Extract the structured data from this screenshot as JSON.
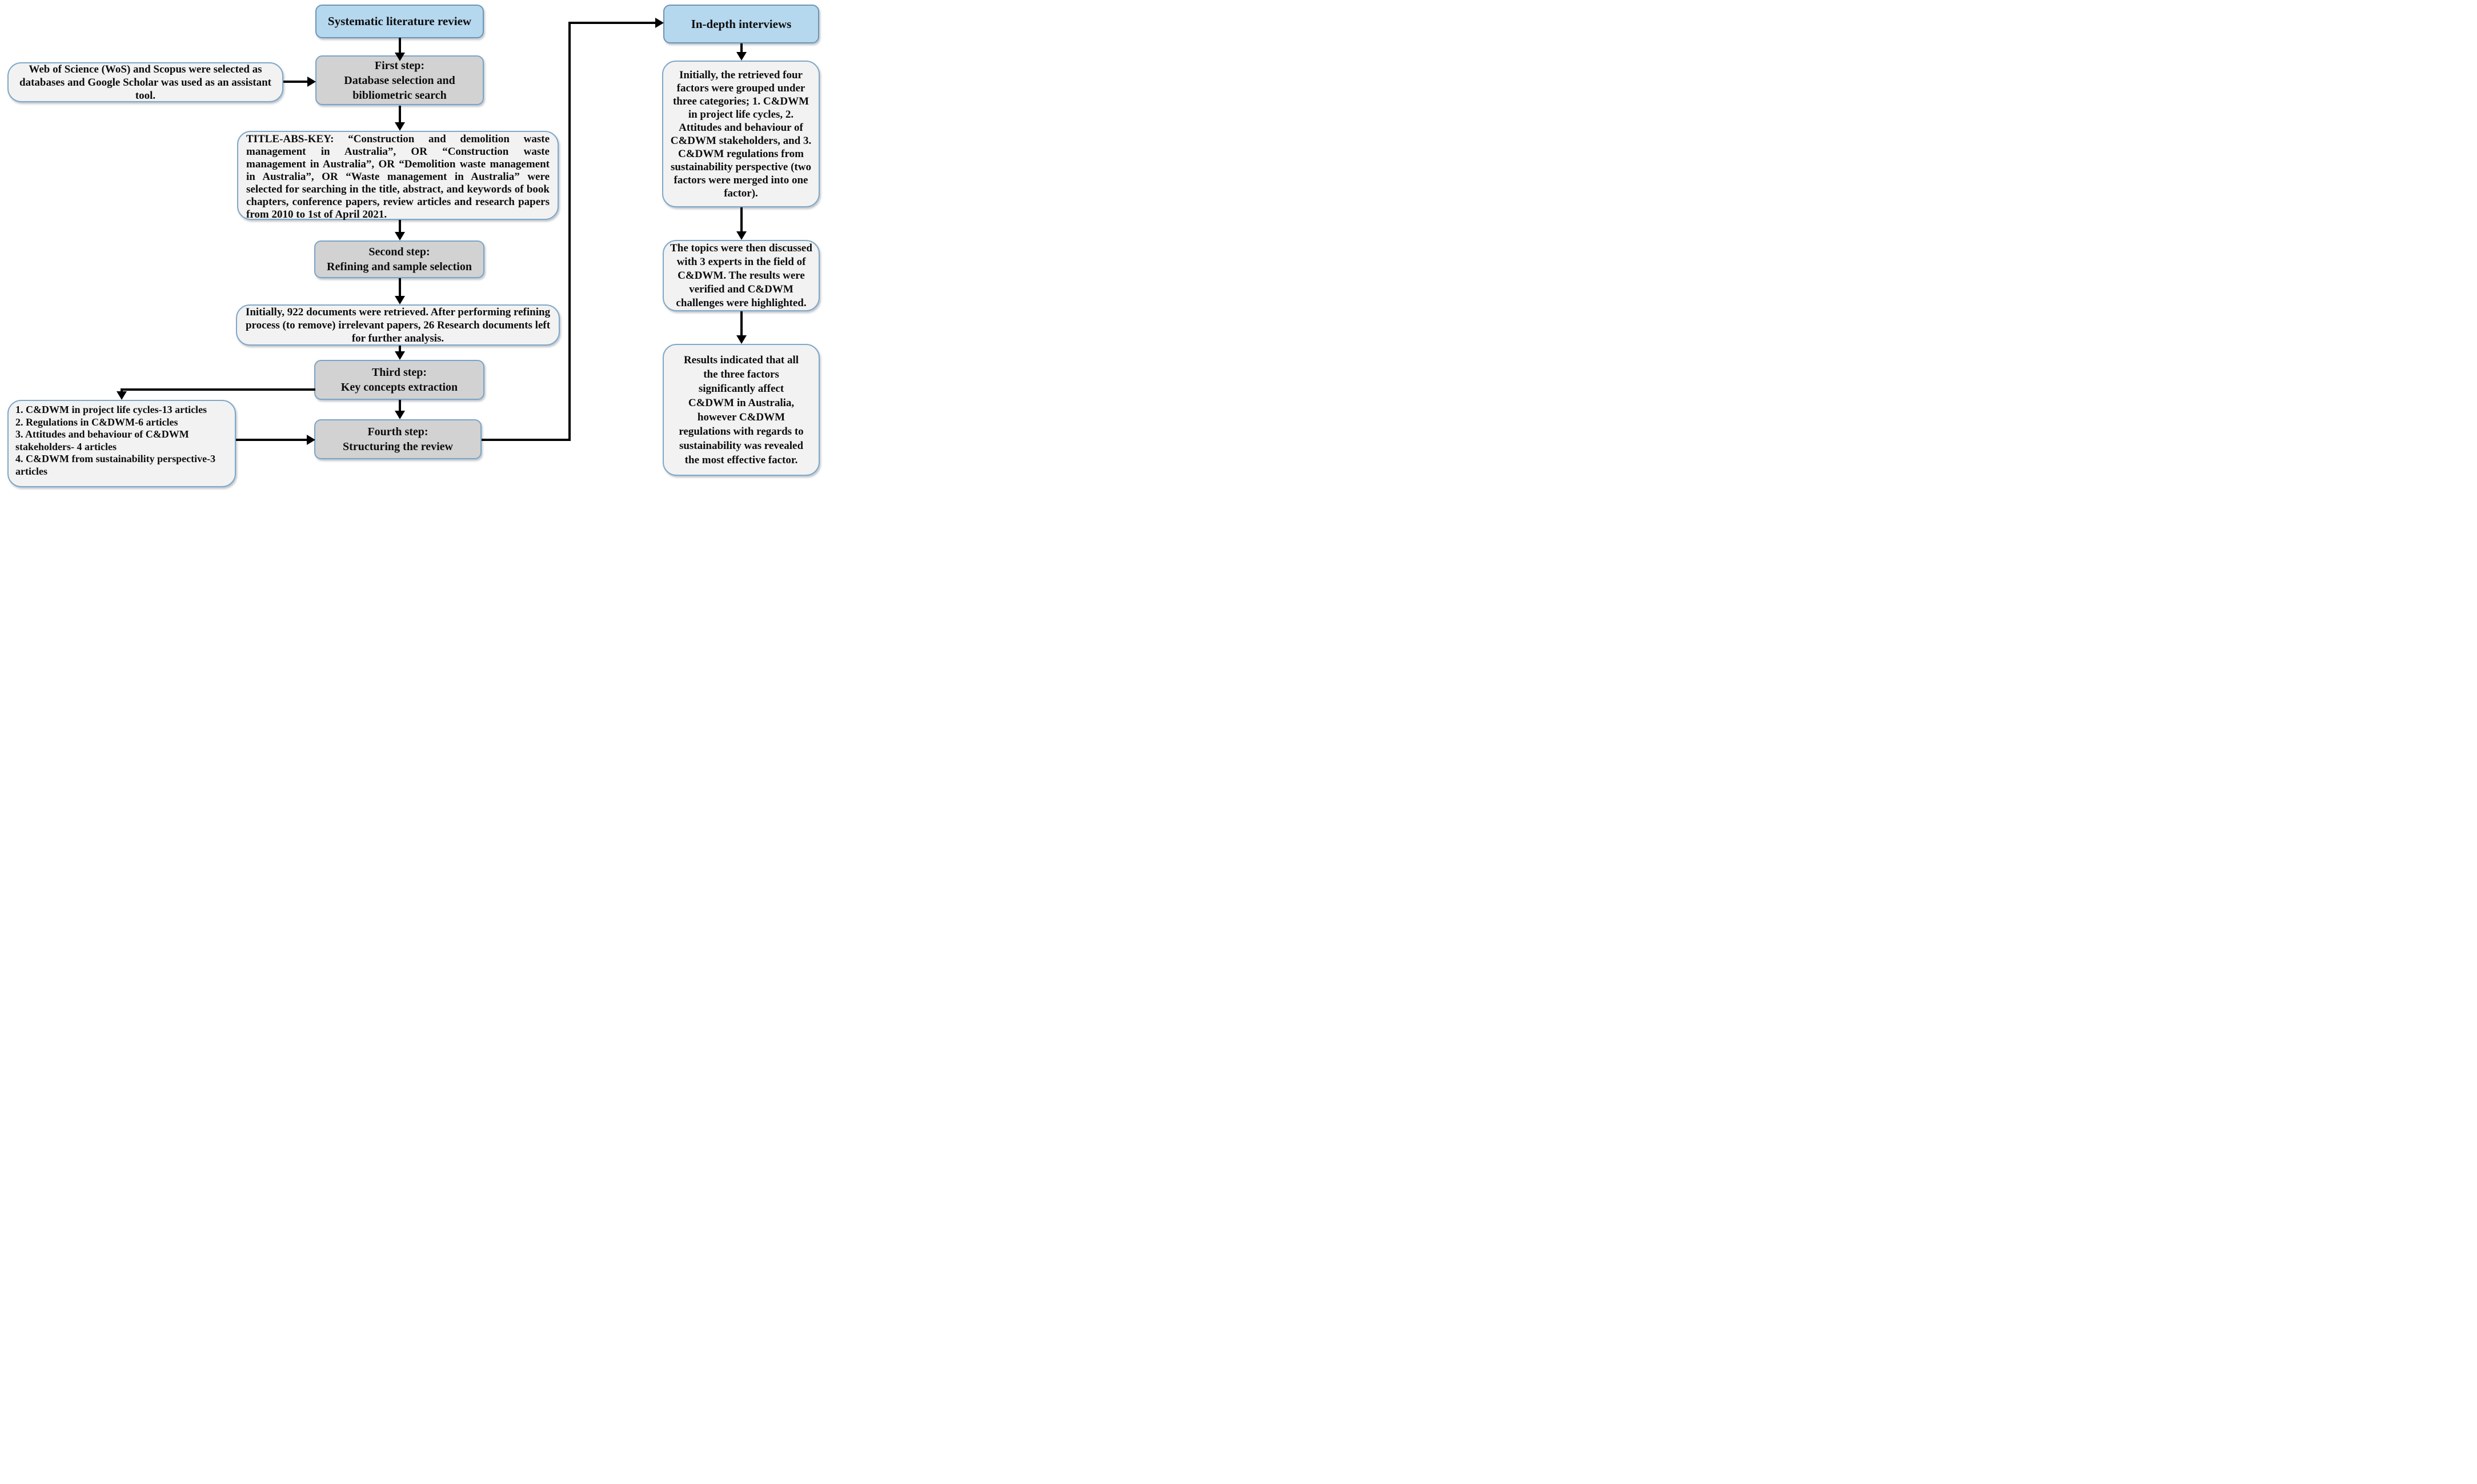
{
  "flowchart": {
    "slr_box": "Systematic literature review",
    "wos_box": "Web of Science (WoS) and Scopus were selected as databases and Google Scholar was used as an assistant tool.",
    "step1": {
      "line1": "First step:",
      "line2": "Database selection and bibliometric search"
    },
    "keywords_box": "TITLE-ABS-KEY: “Construction and demolition waste management in Australia”, OR “Construction waste management in Australia”, OR “Demolition waste management in Australia”, OR “Waste management in Australia” were selected for searching in the title, abstract, and keywords of book chapters, conference papers, review articles and research papers from 2010 to 1st of April 2021.",
    "step2": {
      "line1": "Second step:",
      "line2": "Refining and sample selection"
    },
    "retrieved_box": "Initially, 922 documents were retrieved. After performing refining process (to remove) irrelevant papers, 26 Research documents left for further analysis.",
    "step3": {
      "line1": "Third step:",
      "line2": "Key concepts extraction"
    },
    "categories_box": {
      "item1": "1. C&DWM in project life cycles-13 articles",
      "item2": "2. Regulations in C&DWM-6 articles",
      "item3": "3. Attitudes and behaviour of C&DWM stakeholders- 4 articles",
      "item4": "4. C&DWM from sustainability perspective-3 articles"
    },
    "step4": {
      "line1": "Fourth step:",
      "line2": "Structuring the review"
    },
    "interviews_box": "In-depth interviews",
    "grouping_box": "Initially, the retrieved four factors were grouped under three categories; 1. C&DWM in project life cycles, 2. Attitudes and behaviour of C&DWM stakeholders, and 3. C&DWM regulations from sustainability perspective (two factors were merged into one factor).",
    "experts_box": "The topics were then discussed with 3 experts in the field of C&DWM. The results were verified and C&DWM challenges were highlighted.",
    "results_box": "Results indicated that all the three factors significantly affect C&DWM in Australia, however C&DWM regulations with regards to sustainability was revealed the most effective factor."
  },
  "colors": {
    "title_box_fill": "#b5d8ef",
    "step_box_fill": "#d2d2d2",
    "note_box_fill": "#f2f2f2",
    "border_blue": "#7ba4c6",
    "connector_black": "#000000"
  }
}
